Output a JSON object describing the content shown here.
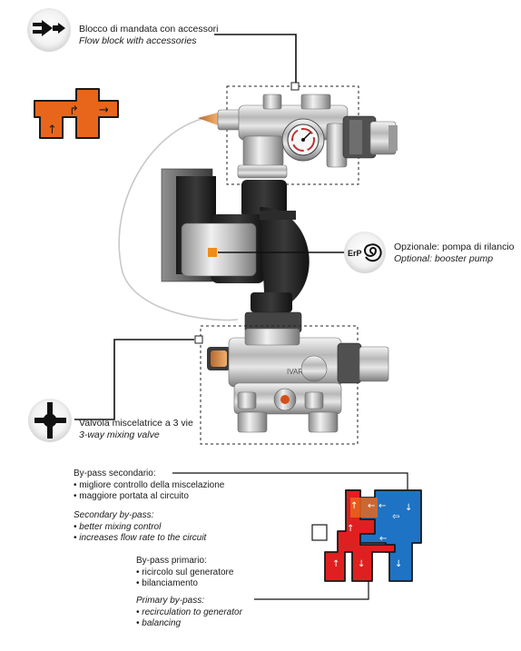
{
  "flow_block": {
    "label_it": "Blocco di mandata con accessori",
    "label_en": "Flow block with accessories",
    "icon": "flow-arrow-icon"
  },
  "pump": {
    "badge": "ErP",
    "label_it": "Opzionale: pompa di rilancio",
    "label_en": "Optional: booster pump",
    "icon": "spiral-icon"
  },
  "mixing_valve": {
    "label_it": "Valvola miscelatrice a 3 vie",
    "label_en": "3-way mixing valve",
    "icon": "three-way-valve-icon"
  },
  "secondary_bypass": {
    "title_it": "By-pass secondario:",
    "items_it": [
      "migliore controllo della miscelazione",
      "maggiore portata al circuito"
    ],
    "title_en": "Secondary by-pass:",
    "items_en": [
      "better mixing control",
      "increases flow rate to the circuit"
    ]
  },
  "primary_bypass": {
    "title_it": "By-pass primario:",
    "items_it": [
      "ricircolo sul generatore",
      "bilanciamento"
    ],
    "title_en": "Primary by-pass:",
    "items_en": [
      "recirculation to generator",
      "balancing"
    ]
  },
  "colors": {
    "orange": "#e8661c",
    "hot": "#e02020",
    "cold": "#1f73c4",
    "marker": "#f08c1a"
  }
}
